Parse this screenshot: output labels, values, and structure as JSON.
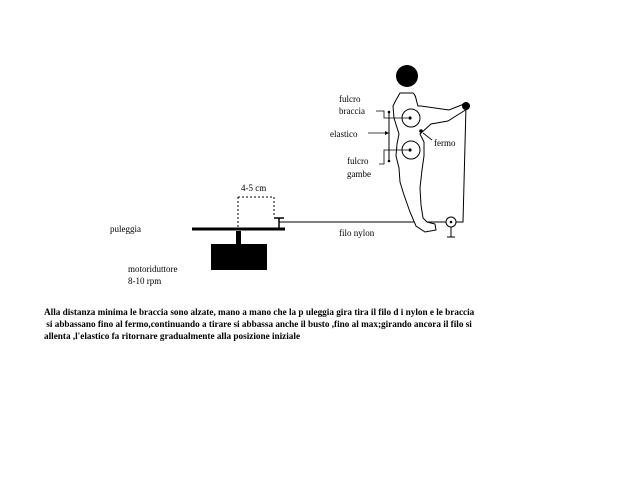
{
  "diagram": {
    "labels": {
      "fulcro_braccia_1": "fulcro",
      "fulcro_braccia_2": "braccia",
      "elastico": "elastico",
      "fermo": "fermo",
      "fulcro_gambe_1": "fulcro",
      "fulcro_gambe_2": "gambe",
      "distance": "4-5 cm",
      "puleggia": "puleggia",
      "filo_nylon": "filo nylon",
      "motoriduttore": "motoriduttore",
      "rpm": "8-10 rpm"
    },
    "caption": [
      "Alla distanza minima le braccia sono alzate, mano a mano che la p uleggia gira tira il filo d i nylon e le braccia",
      " si abbassano fino al fermo,continuando a tirare si abbassa anche il busto ,fino al max;girando ancora il filo si",
      "allenta ,l'elastico fa ritornare gradualmente alla posizione iniziale"
    ]
  }
}
